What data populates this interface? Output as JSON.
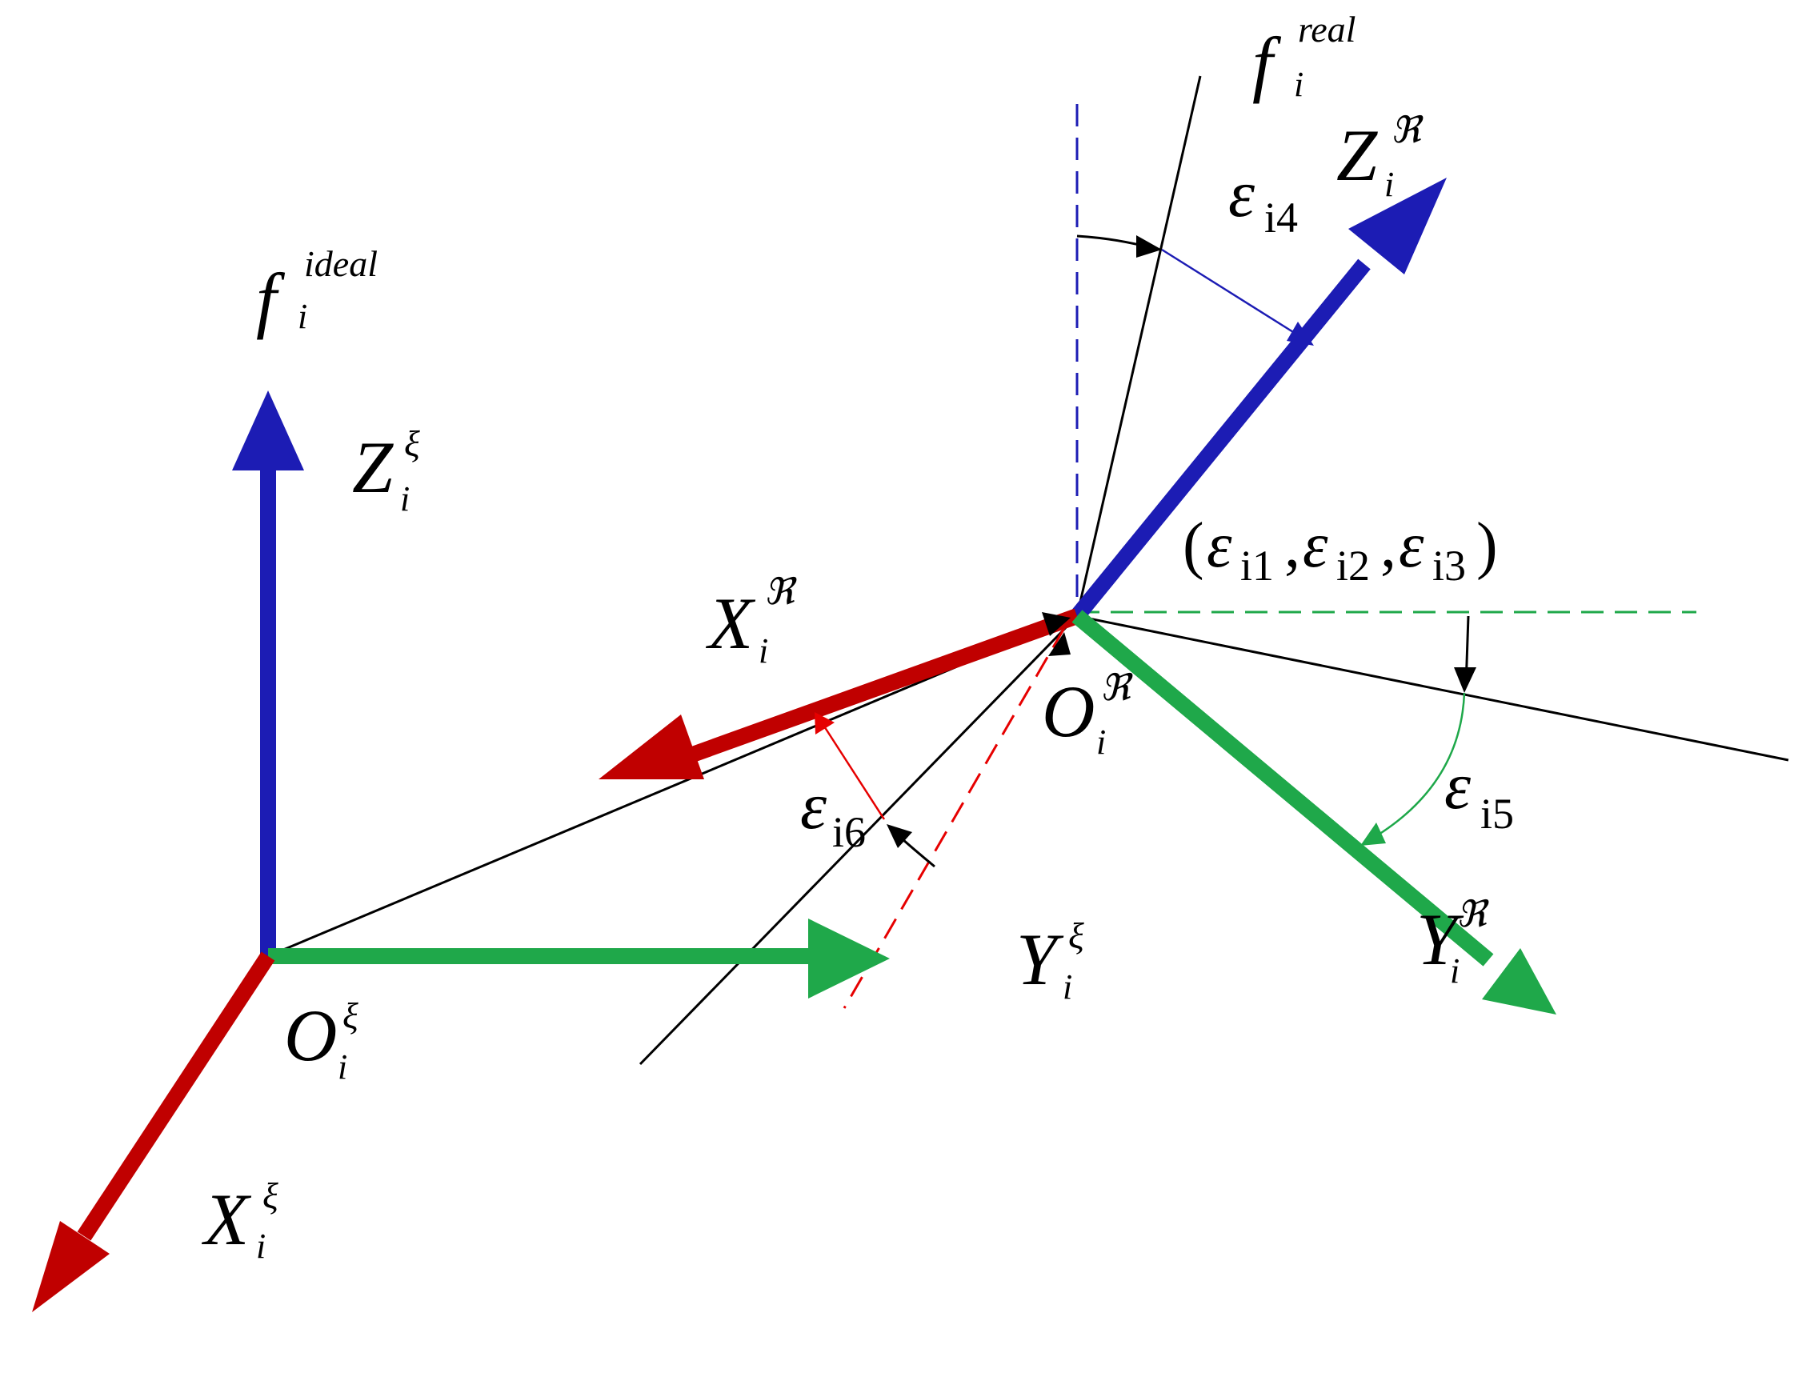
{
  "labels": {
    "f_ideal": {
      "base": "f",
      "sub": "i",
      "sup": "ideal"
    },
    "f_real": {
      "base": "f",
      "sub": "i",
      "sup": "real"
    },
    "z_xi": {
      "base": "Z",
      "sub": "i",
      "sup": "ξ"
    },
    "x_xi": {
      "base": "X",
      "sub": "i",
      "sup": "ξ"
    },
    "y_xi": {
      "base": "Y",
      "sub": "i",
      "sup": "ξ"
    },
    "o_xi": {
      "base": "O",
      "sub": "i",
      "sup": "ξ"
    },
    "z_r": {
      "base": "Z",
      "sub": "i",
      "sup": "ℜ"
    },
    "x_r": {
      "base": "X",
      "sub": "i",
      "sup": "ℜ"
    },
    "y_r": {
      "base": "Y",
      "sub": "i",
      "sup": "ℜ"
    },
    "o_r": {
      "base": "O",
      "sub": "i",
      "sup": "ℜ"
    },
    "eps4": {
      "base": "ε",
      "sub": "i4"
    },
    "eps5": {
      "base": "ε",
      "sub": "i5"
    },
    "eps6": {
      "base": "ε",
      "sub": "i6"
    },
    "tuple": {
      "open": "(",
      "e1": "ε",
      "s1": "i1",
      "comma1": ",",
      "e2": "ε",
      "s2": "i2",
      "comma2": ",",
      "e3": "ε",
      "s3": "i3",
      "close": ")"
    }
  },
  "colors": {
    "x_axis": "#c00000",
    "y_axis": "#1fa84a",
    "z_axis": "#1c1cb4",
    "guide": "#000000"
  }
}
